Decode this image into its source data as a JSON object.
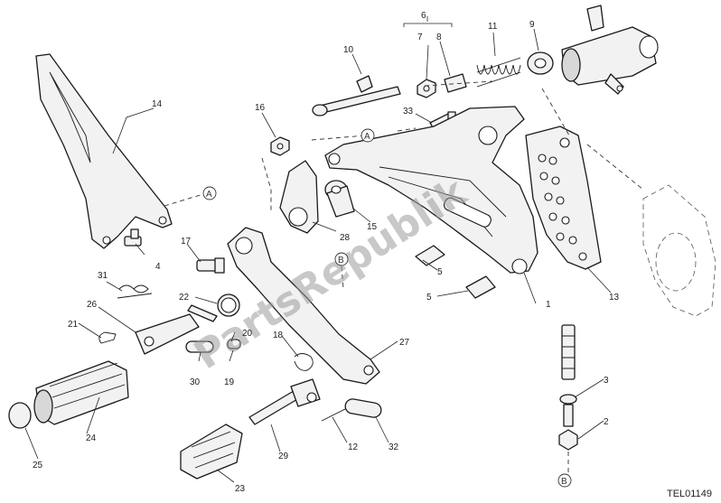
{
  "watermark": "PartsRepublik",
  "drawing_code": "TEL01149",
  "reference_markers": {
    "a": "A",
    "b": "B"
  },
  "callouts": {
    "c1": "1",
    "c2": "2",
    "c3": "3",
    "c4": "4",
    "c5": "5",
    "c6": "6",
    "c7": "7",
    "c8": "8",
    "c9": "9",
    "c10": "10",
    "c11": "11",
    "c12": "12",
    "c13": "13",
    "c14": "14",
    "c15": "15",
    "c16": "16",
    "c17": "17",
    "c18": "18",
    "c19": "19",
    "c20": "20",
    "c21": "21",
    "c22": "22",
    "c23": "23",
    "c24": "24",
    "c25": "25",
    "c26": "26",
    "c27": "27",
    "c28": "28",
    "c29": "29",
    "c30": "30",
    "c31": "31",
    "c32": "32",
    "c33": "33"
  }
}
